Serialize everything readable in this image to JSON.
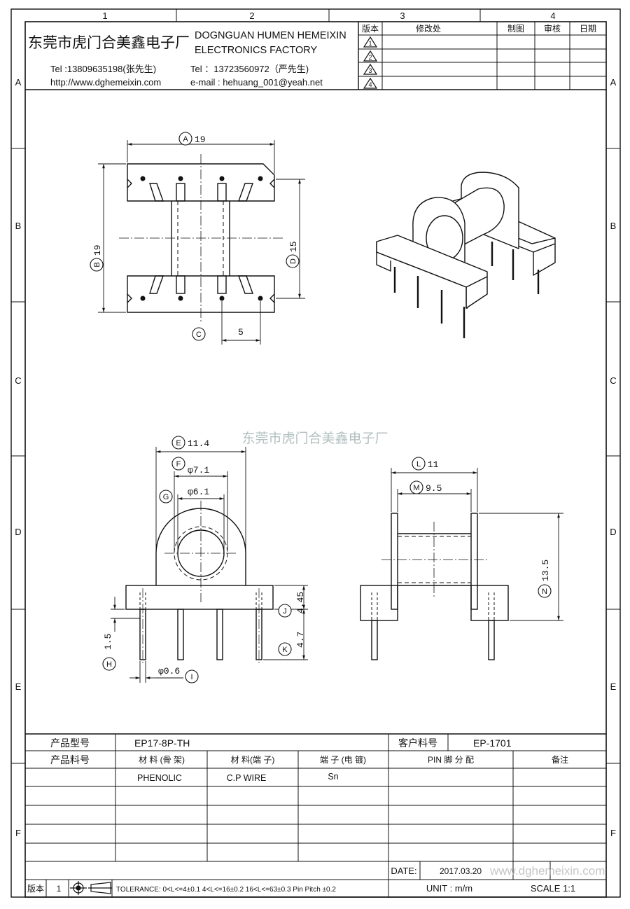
{
  "frame": {
    "col_labels": [
      "1",
      "2",
      "3",
      "4"
    ],
    "row_labels": [
      "A",
      "B",
      "C",
      "D",
      "E",
      "F"
    ]
  },
  "company": {
    "name_cn": "东莞市虎门合美鑫电子厂",
    "name_en_line1": "DOGNGUAN HUMEN HEMEIXIN",
    "name_en_line2": "ELECTRONICS FACTORY",
    "tel1": "Tel :13809635198(张先生)",
    "tel2": "Tel ：13723560972（严先生)",
    "website": "http://www.dghemeixin.com",
    "email": "e-mail : hehuang_001@yeah.net"
  },
  "revision_table": {
    "headers": [
      "版本",
      "修改处",
      "制图",
      "审核",
      "日期"
    ],
    "rows": [
      "1",
      "2",
      "3",
      "4"
    ]
  },
  "watermark": "东莞市虎门合美鑫电子厂",
  "dimensions": {
    "A": {
      "letter": "A",
      "value": "19"
    },
    "B": {
      "letter": "B",
      "value": "19"
    },
    "C": {
      "letter": "C",
      "value": ""
    },
    "D": {
      "letter": "D",
      "value": "15"
    },
    "pitch": "5",
    "E": {
      "letter": "E",
      "value": "11.4"
    },
    "F": {
      "letter": "F",
      "value": "φ7.1"
    },
    "G": {
      "letter": "G",
      "value": "φ6.1"
    },
    "H": {
      "letter": "H",
      "value": "1.5"
    },
    "I": {
      "letter": "I",
      "value": "φ0.6"
    },
    "J": {
      "letter": "J",
      "value": "4.45"
    },
    "K": {
      "letter": "K",
      "value": "4.7"
    },
    "L": {
      "letter": "L",
      "value": "11"
    },
    "M": {
      "letter": "M",
      "value": "9.5"
    },
    "N": {
      "letter": "N",
      "value": "13.5"
    }
  },
  "spec_table": {
    "product_model_label": "产品型号",
    "product_model": "EP17-8P-TH",
    "customer_part_label": "客户料号",
    "customer_part": "EP-1701",
    "product_part_label": "产品料号",
    "col_material_bobbin": "材 料 (骨 架)",
    "col_material_terminal": "材 料(端 子)",
    "col_terminal_plating": "端 子 (电 镀)",
    "col_pin": "PIN 脚 分 配",
    "col_remark": "备注",
    "material_bobbin": "PHENOLIC",
    "material_terminal": "C.P WIRE",
    "terminal_plating": "Sn",
    "date_label": "DATE:",
    "date_value": "2017.03.20",
    "version_label": "版本",
    "version_value": "1",
    "tolerance": "TOLERANCE:  0<L<=4±0.1  4<L<=16±0.2  16<L<=63±0.3  Pin Pitch  ±0.2",
    "unit": "UNIT : m/m",
    "scale": "SCALE   1:1",
    "watermark_overlay": "www.dghemeixin.com"
  }
}
